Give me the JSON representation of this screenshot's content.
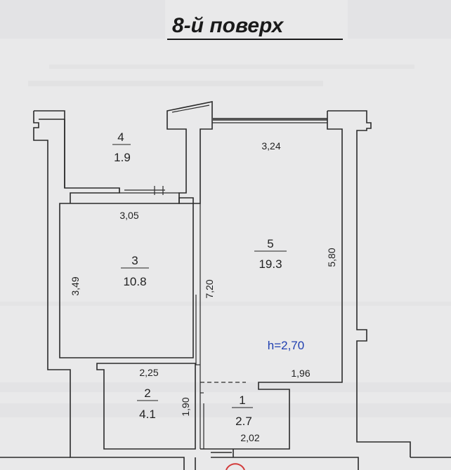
{
  "title": "8-й поверх",
  "rooms": [
    {
      "number": "1",
      "area": "2.7"
    },
    {
      "number": "2",
      "area": "4.1"
    },
    {
      "number": "3",
      "area": "10.8"
    },
    {
      "number": "4",
      "area": "1.9"
    },
    {
      "number": "5",
      "area": "19.3"
    }
  ],
  "dimensions": {
    "room5_top": "3,24",
    "room5_right": "5,80",
    "room5_left": "7,20",
    "room5_bottom": "1,96",
    "room3_top": "3,05",
    "room3_left": "3,49",
    "room2_top": "2,25",
    "room2_right": "1,90",
    "room1_bottom": "2,02"
  },
  "ceiling_height": "h=2,70",
  "colors": {
    "background": "#e9e9ea",
    "wall": "#2b2b2b",
    "height_text": "#1f3fb0",
    "marker": "#d23a3a"
  }
}
